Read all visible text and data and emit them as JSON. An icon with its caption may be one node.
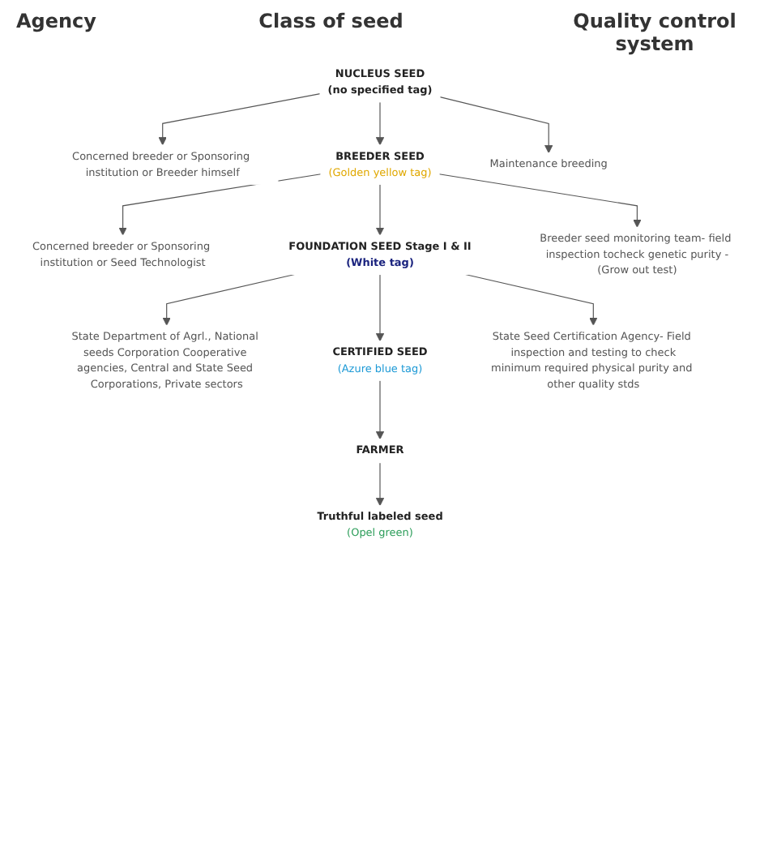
{
  "diagram": {
    "nodes": [
      {
        "text": [
          "NUCLEUS SEED",
          "(no specified tag)"
        ]
      },
      {
        "text": [
          "Concerned breeder or Sponsoring institution or Breeder himself"
        ]
      },
      {
        "text": [
          "Maintenance breeding"
        ]
      },
      {
        "text": [
          "BREEDER SEED",
          "(Golden yellow tag)"
        ]
      },
      {
        "text": [
          "Concerned breeder or Sponsoring institution or Seed Technologist"
        ]
      },
      {
        "text": [
          "Breeder seed monitoring team- field inspection tocheck genetic purity -(Grow out test)"
        ]
      },
      {
        "text": [
          "FOUNDATION SEED Stage I & II",
          "(White tag)"
        ]
      },
      {
        "text": [
          "State Department of Agrl., National seeds Corporation Cooperative agencies, Central and State Seed Corporations, Private sectors"
        ]
      },
      {
        "text": [
          "State Seed Certification Agency- Field inspection and testing to check",
          "minimum required physical purity and other quality stds"
        ]
      },
      {
        "text": [
          "CERTIFIED SEED",
          "(Azure blue tag)"
        ]
      },
      {
        "text": [
          "FARMER"
        ]
      },
      {
        "text": [
          "Truthful labeled seed",
          "(Opel green)"
        ]
      }
    ],
    "edges": [
      {
        "from": 0,
        "to": 1,
        "arrow": "to"
      },
      {
        "from": 0,
        "to": 2,
        "arrow": "to"
      },
      {
        "from": 0,
        "to": 3,
        "arrow": "to"
      },
      {
        "from": 3,
        "to": 4,
        "arrow": "to"
      },
      {
        "from": 3,
        "to": 5,
        "arrow": "to"
      },
      {
        "from": 3,
        "to": 6,
        "arrow": "to"
      },
      {
        "from": 6,
        "to": 7,
        "arrow": "to"
      },
      {
        "from": 6,
        "to": 8,
        "arrow": "to"
      },
      {
        "from": 6,
        "to": 9,
        "arrow": "to"
      },
      {
        "from": 9,
        "to": 10,
        "arrow": "to"
      },
      {
        "from": 10,
        "to": 11,
        "arrow": "to"
      }
    ],
    "labels": [
      "Agency",
      "Class of seed",
      "Quality control system"
    ]
  }
}
